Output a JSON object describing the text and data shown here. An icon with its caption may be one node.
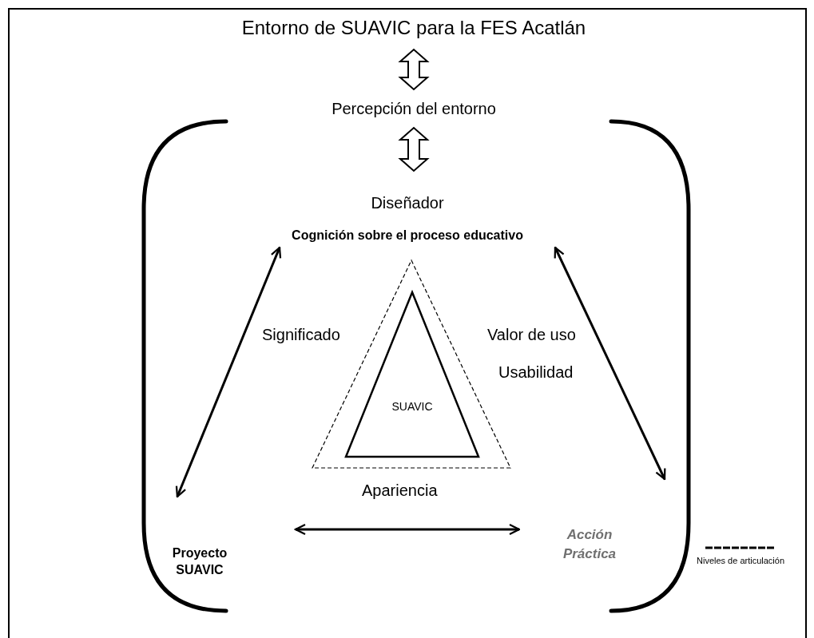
{
  "diagram": {
    "nodes": [
      {
        "text": [
          "Entorno de SUAVIC para la FES Acatlán"
        ]
      },
      {
        "text": [
          "Percepción del entorno"
        ]
      },
      {
        "text": [
          "Diseñador",
          "Cognición sobre el proceso educativo"
        ]
      },
      {
        "text": [
          "Proyecto SUAVIC"
        ]
      },
      {
        "text": [
          "Acción Práctica"
        ]
      },
      {
        "text": [],
        "shape": "triangle"
      },
      {
        "text": [
          "SUAVIC"
        ],
        "in": 5
      }
    ],
    "edges": [
      {
        "from": 0,
        "to": 1,
        "arrow": "both",
        "style": "thick"
      },
      {
        "from": 1,
        "to": 2,
        "arrow": "both",
        "style": "thick"
      },
      {
        "from": 2,
        "to": 3,
        "arrow": "both"
      },
      {
        "from": 2,
        "to": 4,
        "arrow": "both"
      },
      {
        "from": 3,
        "to": 4,
        "arrow": "both"
      }
    ],
    "labels": [
      "Significado",
      "Valor de uso",
      "Usabilidad",
      "Apariencia"
    ],
    "legend": [
      {
        "text": "Niveles de articulación"
      }
    ]
  }
}
